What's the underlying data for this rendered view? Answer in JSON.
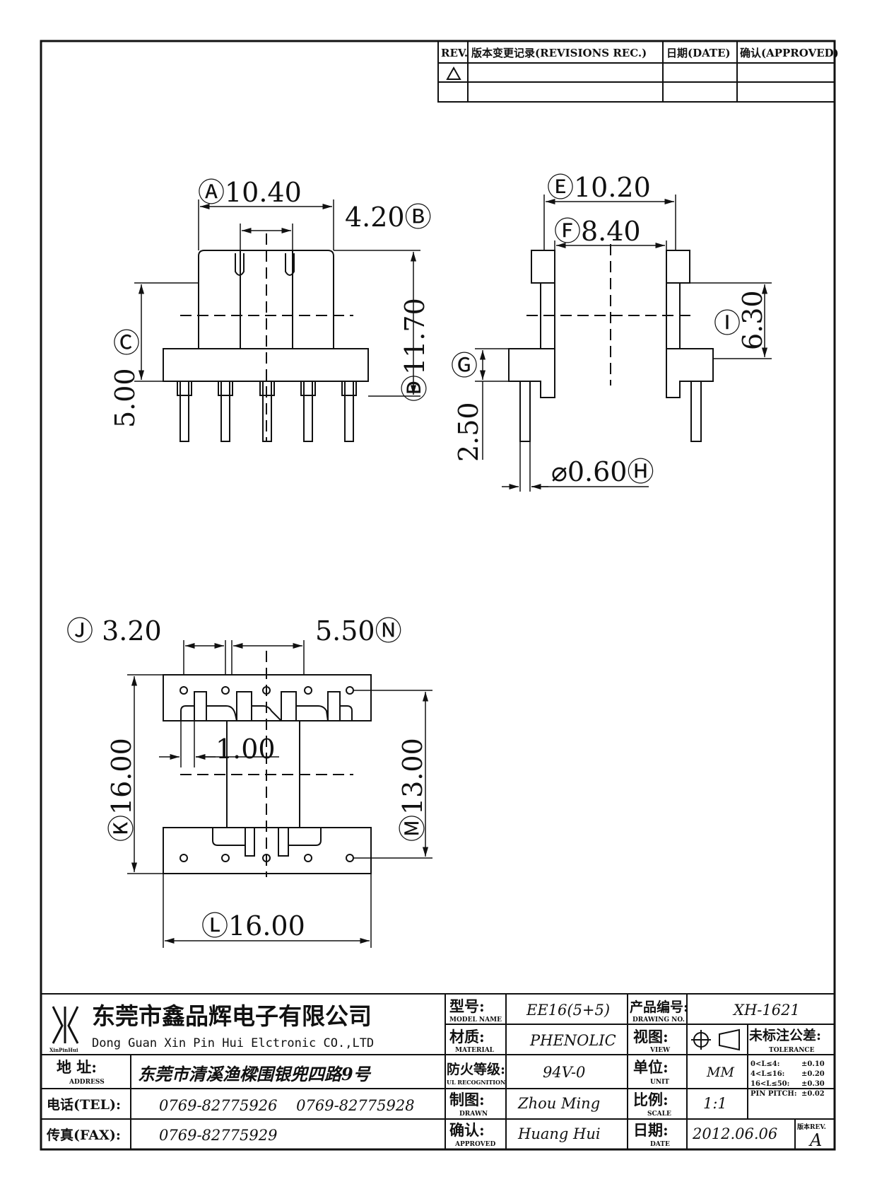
{
  "revisions": {
    "headers": [
      "REV.",
      "版本变更记录(REVISIONS REC.)",
      "日期(DATE)",
      "确认(APPROVED)"
    ]
  },
  "front_view": {
    "A": "Ⓐ10.40",
    "B": "4.20Ⓑ",
    "C": "Ⓒ",
    "C_value": "5.00",
    "D": "Ⓓ11.70"
  },
  "side_view": {
    "E": "Ⓔ10.20",
    "F": "Ⓕ8.40",
    "G": "Ⓖ",
    "G_value": "2.50",
    "H": "⌀0.60Ⓗ",
    "I": "Ⓘ",
    "I_value": "6.30"
  },
  "bottom_view": {
    "J": "Ⓙ 3.20",
    "N": "5.50Ⓝ",
    "pin_gap": "1.00",
    "K": "Ⓚ16.00",
    "M": "Ⓜ13.00",
    "L": "Ⓛ16.00"
  },
  "title_block": {
    "company_cn": "东莞市鑫品辉电子有限公司",
    "company_en": "Dong Guan Xin Pin Hui Elctronic CO.,LTD",
    "logo_text": "XinPinHui",
    "address_label": "地 址:",
    "address_label_en": "ADDRESS",
    "address": "东莞市清溪渔樑围银兜四路9号",
    "tel_label": "电话(TEL):",
    "tel": "0769-82775926    0769-82775928",
    "fax_label": "传真(FAX):",
    "fax": "0769-82775929",
    "model_label": "型号:",
    "model_label_en": "MODEL NAME",
    "model": "EE16(5+5)",
    "material_label": "材质:",
    "material_label_en": "MATERIAL",
    "material": "PHENOLIC",
    "ul_label": "防火等级:",
    "ul_label_en": "UL RECOGNITION",
    "ul": "94V-0",
    "drawn_label": "制图:",
    "drawn_label_en": "DRAWN",
    "drawn": "Zhou Ming",
    "approved_label": "确认:",
    "approved_label_en": "APPROVED",
    "approved": "Huang Hui",
    "drawing_no_label": "产品编号:",
    "drawing_no_label_en": "DRAWING NO.",
    "drawing_no": "XH-1621",
    "view_label": "视图:",
    "view_label_en": "VIEW",
    "unit_label": "单位:",
    "unit_label_en": "UNIT",
    "unit": "MM",
    "scale_label": "比例:",
    "scale_label_en": "SCALE",
    "scale": "1:1",
    "date_label": "日期:",
    "date_label_en": "DATE",
    "date": "2012.06.06",
    "tolerance_title": "未标注公差:",
    "tolerance_title_en": "TOLERANCE",
    "tolerance": [
      {
        "range": "0<L≤4:",
        "value": "±0.10"
      },
      {
        "range": "4<L≤16:",
        "value": "±0.20"
      },
      {
        "range": "16<L≤50:",
        "value": "±0.30"
      },
      {
        "range": "PIN PITCH:",
        "value": "±0.02"
      }
    ],
    "rev_label": "版本REV.",
    "rev": "A"
  }
}
